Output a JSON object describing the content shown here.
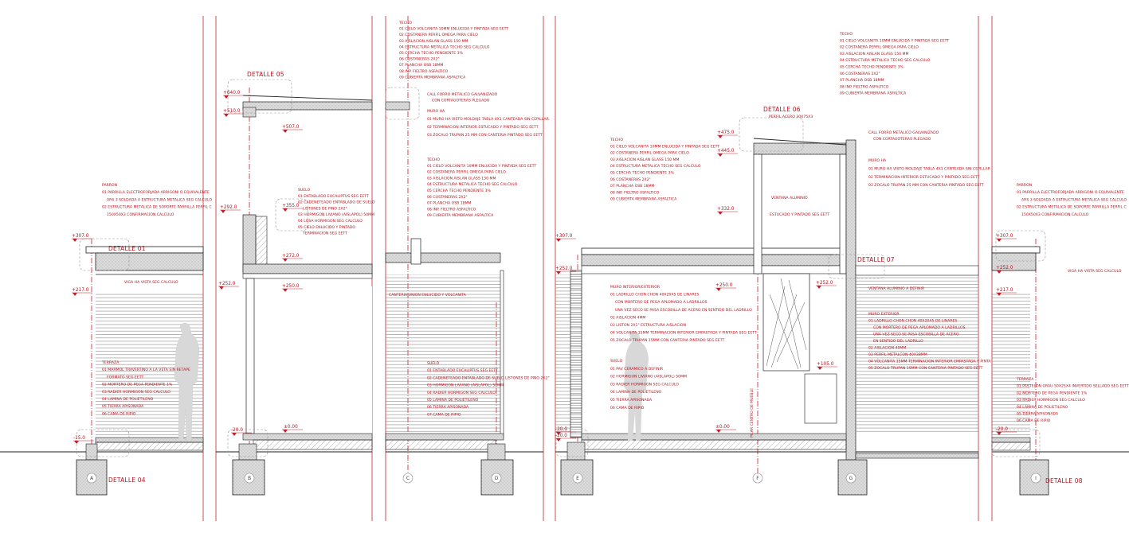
{
  "colors": {
    "annotation": "#b0141e",
    "axis": "#c0202a",
    "line": "#222222",
    "hatch": "#777777",
    "fill": "#e6e6e6"
  },
  "details": [
    {
      "id": "d05",
      "text": "DETALLE 05"
    },
    {
      "id": "d01",
      "text": "DETALLE 01"
    },
    {
      "id": "d04",
      "text": "DETALLE 04"
    },
    {
      "id": "d06",
      "text": "DETALLE 06"
    },
    {
      "id": "d07",
      "text": "DETALLE 07"
    },
    {
      "id": "d08",
      "text": "DETALLE 08"
    }
  ],
  "axes": [
    "A",
    "B",
    "C",
    "D",
    "E",
    "F",
    "G",
    "I"
  ],
  "levels": {
    "l640": "+640.0",
    "l510": "+510.0",
    "l507": "+507.0",
    "l355": "+355.0",
    "l292": "+292.0",
    "l272": "+272.0",
    "l252": "+252.0",
    "l250": "+250.0",
    "l307": "+307.0",
    "l217": "+217.0",
    "lm15": "-15.0",
    "lm20": "-20.0",
    "l000": "±0.00",
    "l475": "+475.0",
    "l445": "+445.0",
    "l332": "+332.0",
    "l105": "+105.0",
    "lm20b": "-20.0",
    "l307b": "+307.0",
    "l252b": "+252.0",
    "l250b": "+250.0",
    "l000b": "±0.00",
    "l252c": "+252.0",
    "l307c": "+307.0",
    "l252d": "+252.0",
    "l217b": "+217.0",
    "lm20c": "-20.0",
    "lm20d": "-20.0"
  },
  "notes": [
    {
      "id": "techo1",
      "lines": [
        "TECHO",
        "01 CIELO VOLCANITA 10MM ENLUCIDA Y PINTADA SEG EETT",
        "02 COSTANERA PERFIL OMEGA PARA CIELO",
        "03 AISLACION AISLAN GLASS 150 MM",
        "04 ESTRUCTURA METALICA TECHO SEG CALCULO",
        "05 CERCHA TECHO PENDIENTE 3%",
        "06 COSTANERAS 2X2\"",
        "07 PLANCHA OSB 18MM",
        "08 INP. FIELTRO ASFALTICO",
        "09 CUBIERTA MEMBRANA ASFALTICA"
      ]
    },
    {
      "id": "call1",
      "lines": [
        "CALL FORRO METALICO GALVANIZADO",
        "CON CORTAGOTERAS PLEGADO"
      ]
    },
    {
      "id": "muro1",
      "lines": [
        "MURO HA",
        "01 MURO HA VISTO MOLDAJE TABLA 4X1 CANTEADA SIN CEPILLAR",
        "02 TERMINACION INTERIOR ESTUCADO Y PINTADO SEG EETT",
        "03 ZOCALO TRUPAN 25 MM CON CANTERIA PINTADO SEG EETT"
      ]
    },
    {
      "id": "techo2",
      "lines": [
        "TECHO",
        "01 CIELO VOLCANITA 10MM ENLUCIDA Y PINTADA SEG EETT",
        "02 COSTANERA PERFIL OMEGA PARA CIELO",
        "03 AISLACION AISLAN GLASS 150 MM",
        "04 ESTRUCTURA METALICA TECHO SEG CALCULO",
        "05 CERCHA TECHO PENDIENTE 3%",
        "06 COSTANERAS 2X2\"",
        "07 PLANCHA OSB 18MM",
        "08 INP. FIELTRO ASFALTICO",
        "09 CUBIERTA MEMBRANA ASFALTICA"
      ]
    },
    {
      "id": "suelo1",
      "lines": [
        "SUELO",
        "01 ENTABLADO EUCALIPTUS SEG EETT",
        "02 CADENETEADO ENTABLADO DE SUELO",
        "LISTONES DE PINO 2X2\"",
        "03 HORMIGON LIVIANO (AISLAPOL) 50MM",
        "04 LOSA HORMIGON SEG CALCULO",
        "05 CIELO ENLUCIDO Y PINTADO",
        "TERMINACION SEG EETT"
      ]
    },
    {
      "id": "parron1",
      "lines": [
        "PARRON",
        "01 PARRILLA ELECTROFORJADA ARRIGONI O EQUIVALENTE",
        "ARS 3 SOLDADA A ESTRUCTURA METALICA SEG CALCULO",
        "02 ESTRUCTURA METALICA DE SOPORTE PARRILLA PERFIL C",
        "150X50X3 CONFIRMACION CALCULO"
      ]
    },
    {
      "id": "viga1",
      "lines": [
        "VIGA HA VISTA SEG CALCULO"
      ]
    },
    {
      "id": "canteria",
      "lines": [
        "CANTERIA UNION ENLUCIDO Y VOLCANITA"
      ]
    },
    {
      "id": "terraza1",
      "lines": [
        "TERRAZA",
        "01 MARMOL TRAVERTINO A LA VETA SIN RETAPE",
        "FORMATO SEG EETT",
        "02 MORTERO DE PEGA PENDIENTE 1%",
        "03 RADIER HORMIGON SEG CALCULO",
        "04 LAMINA DE POLIETILENO",
        "05 TIERRA APISONADA",
        "06 CAMA DE RIPIO"
      ]
    },
    {
      "id": "suelo2",
      "lines": [
        "SUELO",
        "01 ENTABLADO EUCALIPTUS SEG EETT",
        "02 CADENETEADO ENTABLADO DE SUELO LISTONES DE PINO 2X2\"",
        "03 HORMIGON LIVIANO (AISLAPOL) 50MM",
        "04 RADIER HORMIGON SEG CALCULO",
        "05 LAMINA DE POLIETILENO",
        "06 TIERRA APISONADA",
        "07 CAMA DE RIPIO"
      ]
    },
    {
      "id": "techo3",
      "lines": [
        "TECHO",
        "01 CIELO VOLCANITA 10MM ENLUCIDA Y PINTADA SEG EETT",
        "02 COSTANERA PERFIL OMEGA PARA CIELO",
        "03 AISLACION AISLAN GLASS 150 MM",
        "04 ESTRUCTURA METALICA TECHO SEG CALCULO",
        "05 CERCHA TECHO PENDIENTE 3%",
        "06 COSTANERAS 2X2\"",
        "07 PLANCHA OSB 18MM",
        "08 INP. FIELTRO ASFALTICO",
        "09 CUBIERTA MEMBRANA ASFALTICA"
      ]
    },
    {
      "id": "perfil",
      "lines": [
        "PERFIL ACERO 30X75X3"
      ]
    },
    {
      "id": "ventana1",
      "lines": [
        "VENTANA ALUMINIO"
      ]
    },
    {
      "id": "estucado",
      "lines": [
        "ESTUCADO Y PINTADO SEG EETT"
      ]
    },
    {
      "id": "murointext",
      "lines": [
        "MURO INTERIOR/EXTERIOR",
        "01 LADRILLO CHON CHON 40X20X5 DE LINARES",
        "CON MORTERO DE PEGA APLOMADO A LADRILLOS",
        "UNA VEZ SECO SE PASA ESCOBILLA DE ACERO EN SENTIDO DEL LADRILLO",
        "02 AISLACION 4MM",
        "03 LISTON 2X1\" ESTRUCTURA AISLACION",
        "04 VOLCANITA 15MM TERMINACION INTERIOR EMPASTADA Y PINTADA SEG EETT",
        "05 ZOCALO TRUPAN 15MM CON CANTERIA PINTADO SEG EETT"
      ]
    },
    {
      "id": "suelo3",
      "lines": [
        "SUELO",
        "01 PAV CERAMICO A DEFINIR",
        "02 HORMIGON LIVIANO (AISLAPOL) 50MM",
        "03 RADIER HORMIGON SEG CALCULO",
        "04 LAMINA DE POLIETILENO",
        "05 TIERRA APISONADA",
        "06 CAMA DE RIPIO"
      ]
    },
    {
      "id": "pilar",
      "lines": [
        "PILAR CENTRO DE MUEBLE"
      ]
    },
    {
      "id": "techo4",
      "lines": [
        "TECHO",
        "01 CIELO VOLCANITA 10MM ENLUCIDA Y PINTADA SEG EETT",
        "02 COSTANERA PERFIL OMEGA PARA CIELO",
        "03 AISLACION AISLAN GLASS 150 MM",
        "04 ESTRUCTURA METALICA TECHO SEG CALCULO",
        "05 CERCHA TECHO PENDIENTE 3%",
        "06 COSTANERAS 2X2\"",
        "07 PLANCHA OSB 18MM",
        "08 INP. FIELTRO ASFALTICO",
        "09 CUBIERTA MEMBRANA ASFALTICA"
      ]
    },
    {
      "id": "call2",
      "lines": [
        "CALL FORRO METALICO GALVANIZADO",
        "CON CORTAGOTERAS PLEGADO"
      ]
    },
    {
      "id": "muro2",
      "lines": [
        "MURO HA",
        "01 MURO HA VISTO MOLDAJE TABLA 4X1 CANTEADA SIN CEPILLAR",
        "02 TERMINACION INTERIOR ESTUCADO Y PINTADO SEG EETT",
        "03 ZOCALO TRUPAN 25 MM CON CANTERIA PINTADO SEG EETT"
      ]
    },
    {
      "id": "ventana2",
      "lines": [
        "VENTANA ALUMINIO A DEFINIR"
      ]
    },
    {
      "id": "muroext",
      "lines": [
        "MURO EXTERIOR",
        "01 LADRILLO CHON CHON 40X20X5 DE LINARES",
        "CON MORTERO DE PEGA APLOMADO A LADRILLOS",
        "UNA VEZ SECO SE PASA ESCOBILLA DE ACERO",
        "EN SENTIDO DEL LADRILLO",
        "02 AISLACION 40MM",
        "03 PERFIL METALCON 40X38MM",
        "04 VOLCANITA 15MM TERMINACION INTERIOR EMPASTADA Y PINTA",
        "05 ZOCALO TRUPAN 15MM CON CANTERIA PINTADO SEG EETT"
      ]
    },
    {
      "id": "parron2",
      "lines": [
        "PARRON",
        "01 PARRILLA ELECTROFORJADA ARRIGONI O EQUIVALENTE",
        "ARS 3 SOLDADA A ESTRUCTURA METALICA SEG CALCULO",
        "02 ESTRUCTURA METALICA DE SOPORTE PARRILLA PERFIL C",
        "150X50X3 CONFIRMACION CALCULO"
      ]
    },
    {
      "id": "viga2",
      "lines": [
        "VIGA HA VISTA SEG CALCULO"
      ]
    },
    {
      "id": "terraza2",
      "lines": [
        "TERRAZA",
        "01 PASTELON GRAU 50X25X4 INVERTIDO SELLADO SEG EETT",
        "02 MORTERO DE PEGA PENDIENTE 1%",
        "03 RADIER HORMIGON SEG CALCULO",
        "04 LAMINA DE POLIETILENO",
        "05 TIERRA APISONADA",
        "06 CAMA DE RIPIO"
      ]
    }
  ]
}
